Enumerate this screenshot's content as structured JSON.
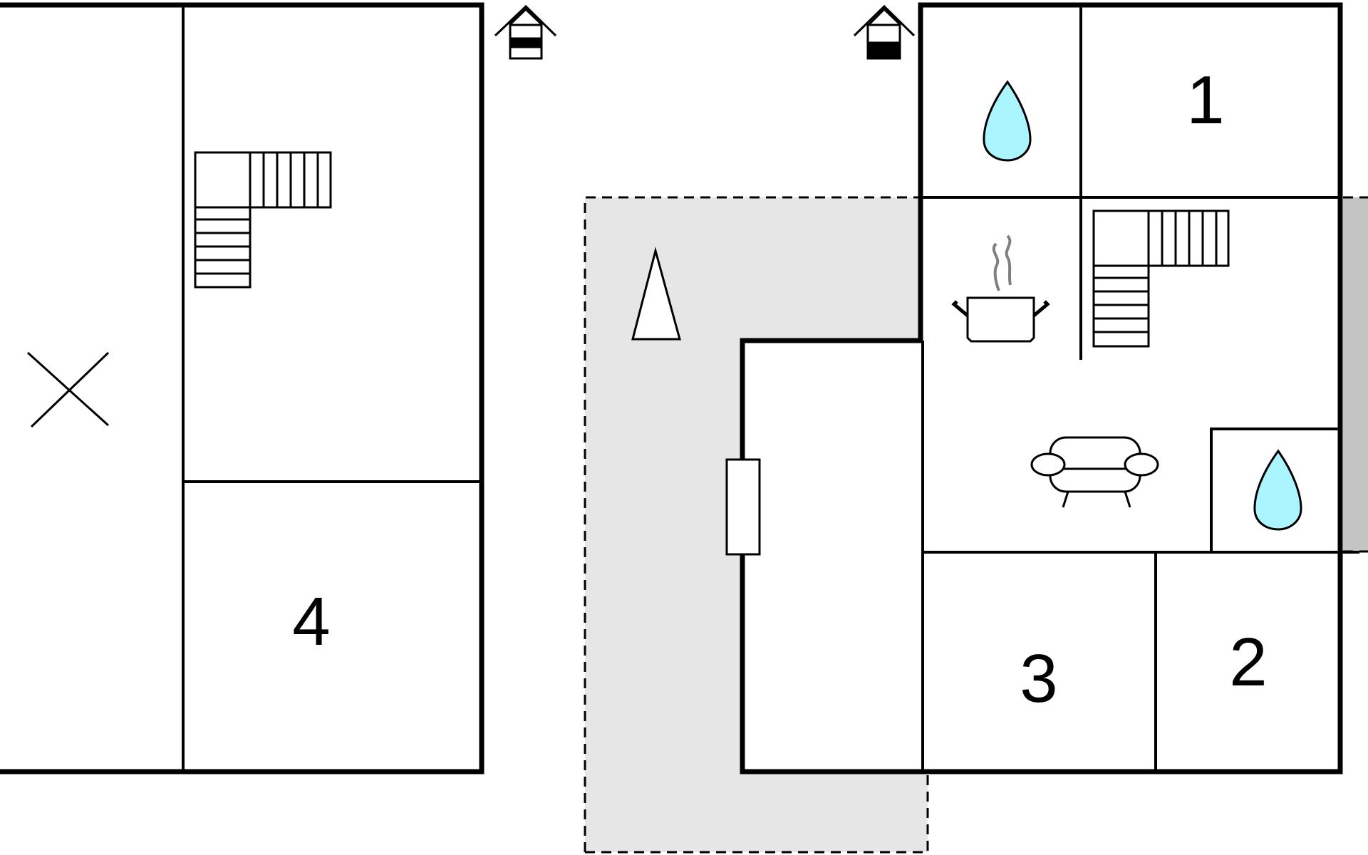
{
  "colors": {
    "wall": "#000000",
    "terrace": "#e6e6e6",
    "terrace_side": "#c4c4c4",
    "water": "#aaf5ff",
    "steam": "#7f7f7f"
  },
  "rooms": [
    {
      "id": "bedroom-1",
      "label": "1"
    },
    {
      "id": "bedroom-2",
      "label": "2"
    },
    {
      "id": "bedroom-3",
      "label": "3"
    },
    {
      "id": "bedroom-4",
      "label": "4"
    }
  ],
  "icons": [
    "house-entrance-icon",
    "water-drop-icon",
    "staircase-icon",
    "cooking-pot-icon",
    "sofa-icon",
    "tent-icon",
    "door-icon",
    "x-mark-icon"
  ]
}
